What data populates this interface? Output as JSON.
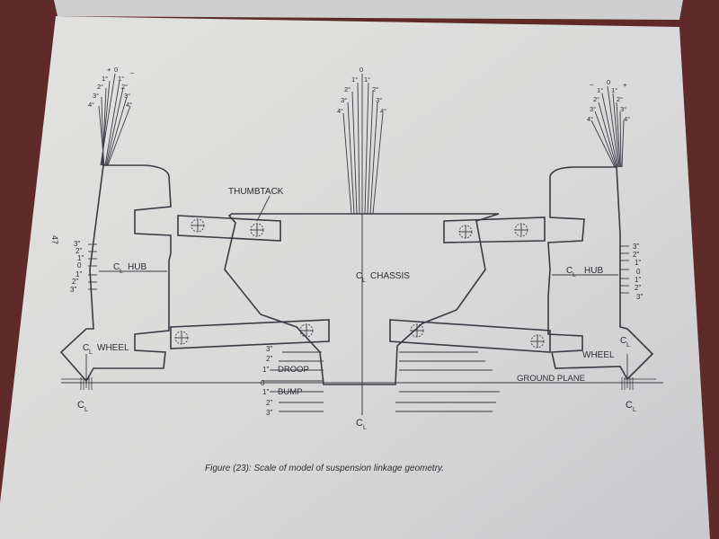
{
  "page": {
    "page_number": "47",
    "caption": "Figure (23): Scale of model of suspension linkage geometry."
  },
  "labels": {
    "thumbtack": "THUMBTACK",
    "chassis": "CHASSIS",
    "hub": "HUB",
    "wheel": "WHEEL",
    "cl": "C",
    "cl_sub": "L",
    "ground_plane": "GROUND PLANE",
    "droop": "DROOP",
    "bump": "BUMP"
  },
  "angle_scale": {
    "left": [
      "0",
      "1°",
      "1°",
      "2°",
      "2°",
      "3°",
      "3°",
      "4°",
      "4°"
    ],
    "left_signs": [
      "+",
      "−"
    ],
    "center": [
      "0",
      "1°",
      "1°",
      "2°",
      "2°",
      "3°",
      "3°",
      "4°",
      "4°"
    ],
    "right": [
      "0",
      "1°",
      "1°",
      "2°",
      "2°",
      "3°",
      "3°",
      "4°",
      "4°"
    ],
    "right_signs": [
      "−",
      "+"
    ]
  },
  "hub_scale": [
    "3\"",
    "2\"",
    "1\"",
    "0",
    "1\"",
    "2\"",
    "3\""
  ],
  "droop_scale": [
    "3\"",
    "2\"",
    "1\"",
    "0",
    "1\"",
    "2\"",
    "3\""
  ],
  "colors": {
    "paper": "#dcdcdc",
    "ink": "#3a3a44",
    "background": "#5e2b2a"
  }
}
